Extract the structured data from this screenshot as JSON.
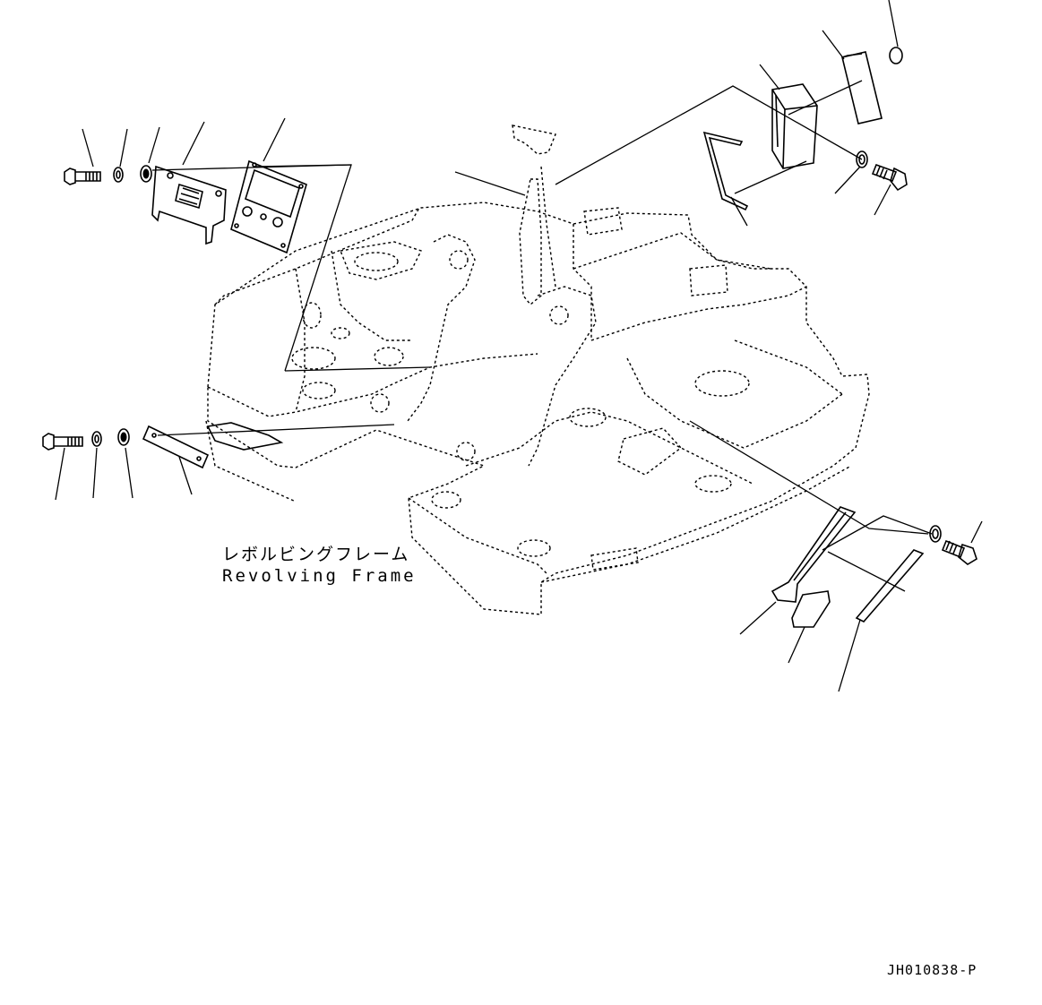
{
  "diagram": {
    "title_japanese": "レボルビングフレーム",
    "title_english": "Revolving Frame",
    "drawing_number": "JH010838-P"
  }
}
